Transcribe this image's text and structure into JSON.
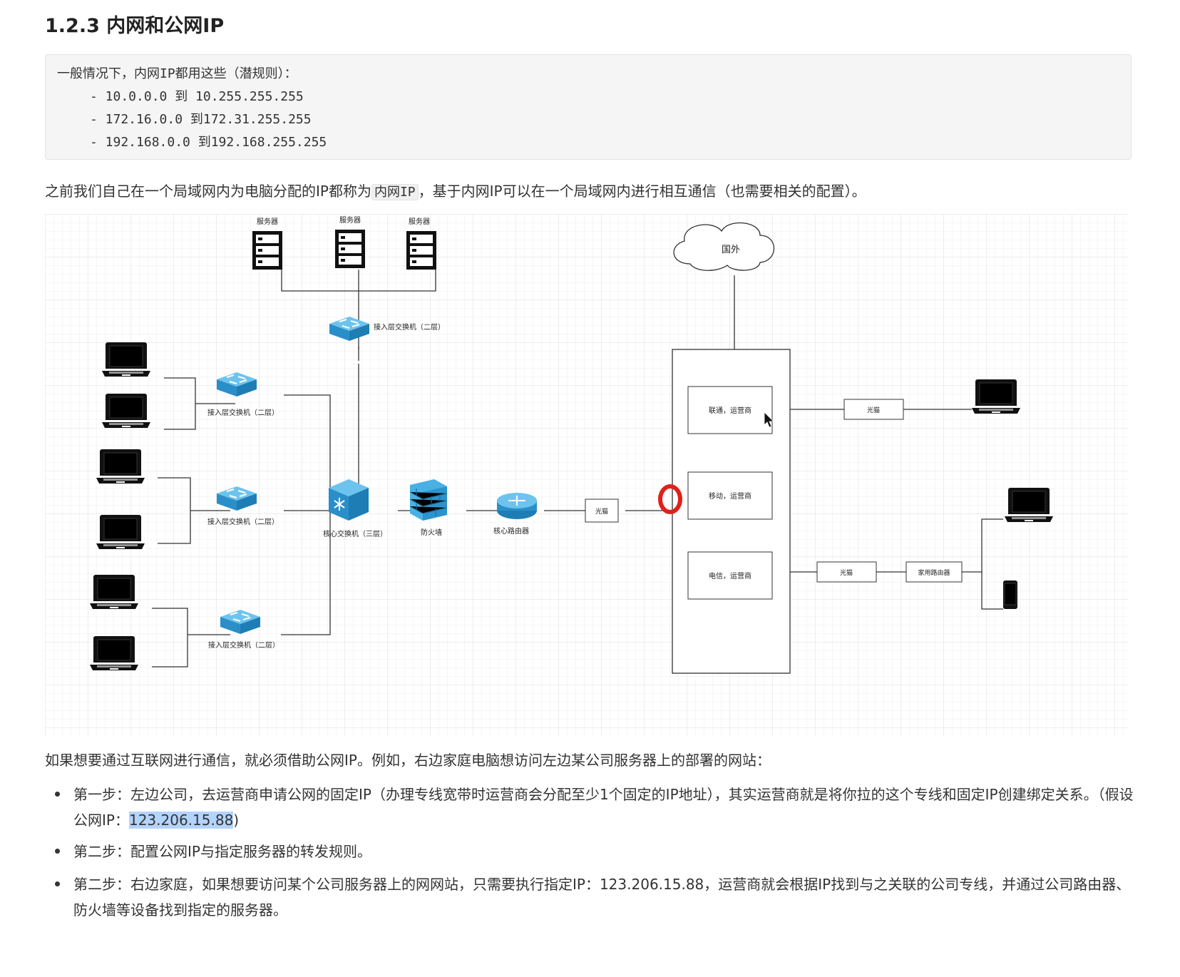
{
  "heading": "1.2.3 内网和公网IP",
  "code": {
    "intro": "一般情况下，内网IP都用这些（潜规则）：",
    "ranges": [
      "- 10.0.0.0 到 10.255.255.255",
      "- 172.16.0.0 到172.31.255.255",
      "- 192.168.0.0 到192.168.255.255"
    ]
  },
  "para1": {
    "before": "之前我们自己在一个局域网内为电脑分配的IP都称为",
    "code": "内网IP",
    "after": "，基于内网IP可以在一个局域网内进行相互通信（也需要相关的配置）。"
  },
  "diagram": {
    "servers": [
      "服务器",
      "服务器",
      "服务器"
    ],
    "access_switch_top": "接入层交换机（二层）",
    "access_switches": [
      "接入层交换机（二层）",
      "接入层交换机（二层）",
      "接入层交换机（二层）"
    ],
    "core_switch": "核心交换机（三层）",
    "firewall": "防火墙",
    "core_router": "核心路由器",
    "modem": "光猫",
    "cloud": "国外",
    "isps": [
      "联通，运营商",
      "移动，运营商",
      "电信，运营商"
    ],
    "modem_right_top": "光猫",
    "modem_right_bottom": "光猫",
    "home_router": "家用路由器"
  },
  "para2": "如果想要通过互联网进行通信，就必须借助公网IP。例如，右边家庭电脑想访问左边某公司服务器上的部署的网站：",
  "steps": [
    {
      "text": "第一步：左边公司，去运营商申请公网的固定IP（办理专线宽带时运营商会分配至少1个固定的IP地址），其实运营商就是将你拉的这个专线和固定IP创建绑定关系。（假设公网IP：",
      "highlight": "123.206.15.88",
      "tail": ")"
    },
    {
      "text": "第二步：配置公网IP与指定服务器的转发规则。"
    },
    {
      "text": "第二步：右边家庭，如果想要访问某个公司服务器上的网网站，只需要执行指定IP：123.206.15.88，运营商就会根据IP找到与之关联的公司专线，并通过公司路由器、防火墙等设备找到指定的服务器。"
    }
  ],
  "colors": {
    "switch": "#3aa6dd",
    "firewall": "#4bb0e6",
    "highlight_ring": "#e0201b",
    "grid": "#e6e6e6",
    "selection": "#b3d4fc"
  }
}
